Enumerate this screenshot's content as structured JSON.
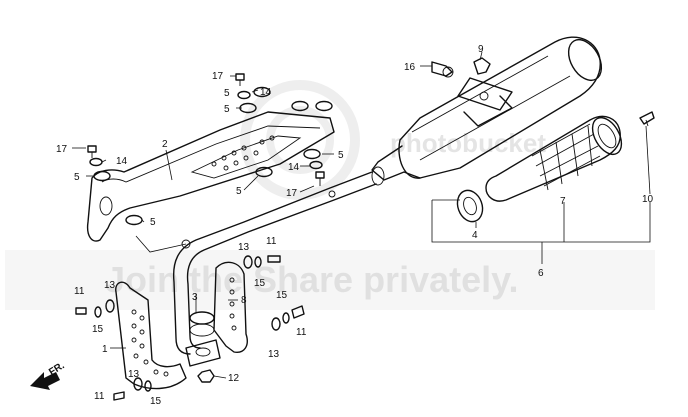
{
  "watermark": {
    "brand": "photobucket",
    "tagline": "Join the Share privately."
  },
  "direction_label": "FR.",
  "callouts": [
    {
      "id": "c1",
      "text": "1"
    },
    {
      "id": "c2",
      "text": "2"
    },
    {
      "id": "c3",
      "text": "3"
    },
    {
      "id": "c4",
      "text": "4"
    },
    {
      "id": "c5a",
      "text": "5"
    },
    {
      "id": "c5b",
      "text": "5"
    },
    {
      "id": "c5c",
      "text": "5"
    },
    {
      "id": "c5d",
      "text": "5"
    },
    {
      "id": "c5e",
      "text": "5"
    },
    {
      "id": "c5f",
      "text": "5"
    },
    {
      "id": "c6",
      "text": "6"
    },
    {
      "id": "c7",
      "text": "7"
    },
    {
      "id": "c8",
      "text": "8"
    },
    {
      "id": "c9",
      "text": "9"
    },
    {
      "id": "c10",
      "text": "10"
    },
    {
      "id": "c11a",
      "text": "11"
    },
    {
      "id": "c11b",
      "text": "11"
    },
    {
      "id": "c11c",
      "text": "11"
    },
    {
      "id": "c11d",
      "text": "11"
    },
    {
      "id": "c12",
      "text": "12"
    },
    {
      "id": "c13a",
      "text": "13"
    },
    {
      "id": "c13b",
      "text": "13"
    },
    {
      "id": "c13c",
      "text": "13"
    },
    {
      "id": "c13d",
      "text": "13"
    },
    {
      "id": "c14a",
      "text": "14"
    },
    {
      "id": "c14b",
      "text": "14"
    },
    {
      "id": "c14c",
      "text": "14"
    },
    {
      "id": "c15a",
      "text": "15"
    },
    {
      "id": "c15b",
      "text": "15"
    },
    {
      "id": "c15c",
      "text": "15"
    },
    {
      "id": "c15d",
      "text": "15"
    },
    {
      "id": "c16",
      "text": "16"
    },
    {
      "id": "c17a",
      "text": "17"
    },
    {
      "id": "c17b",
      "text": "17"
    },
    {
      "id": "c17c",
      "text": "17"
    }
  ]
}
